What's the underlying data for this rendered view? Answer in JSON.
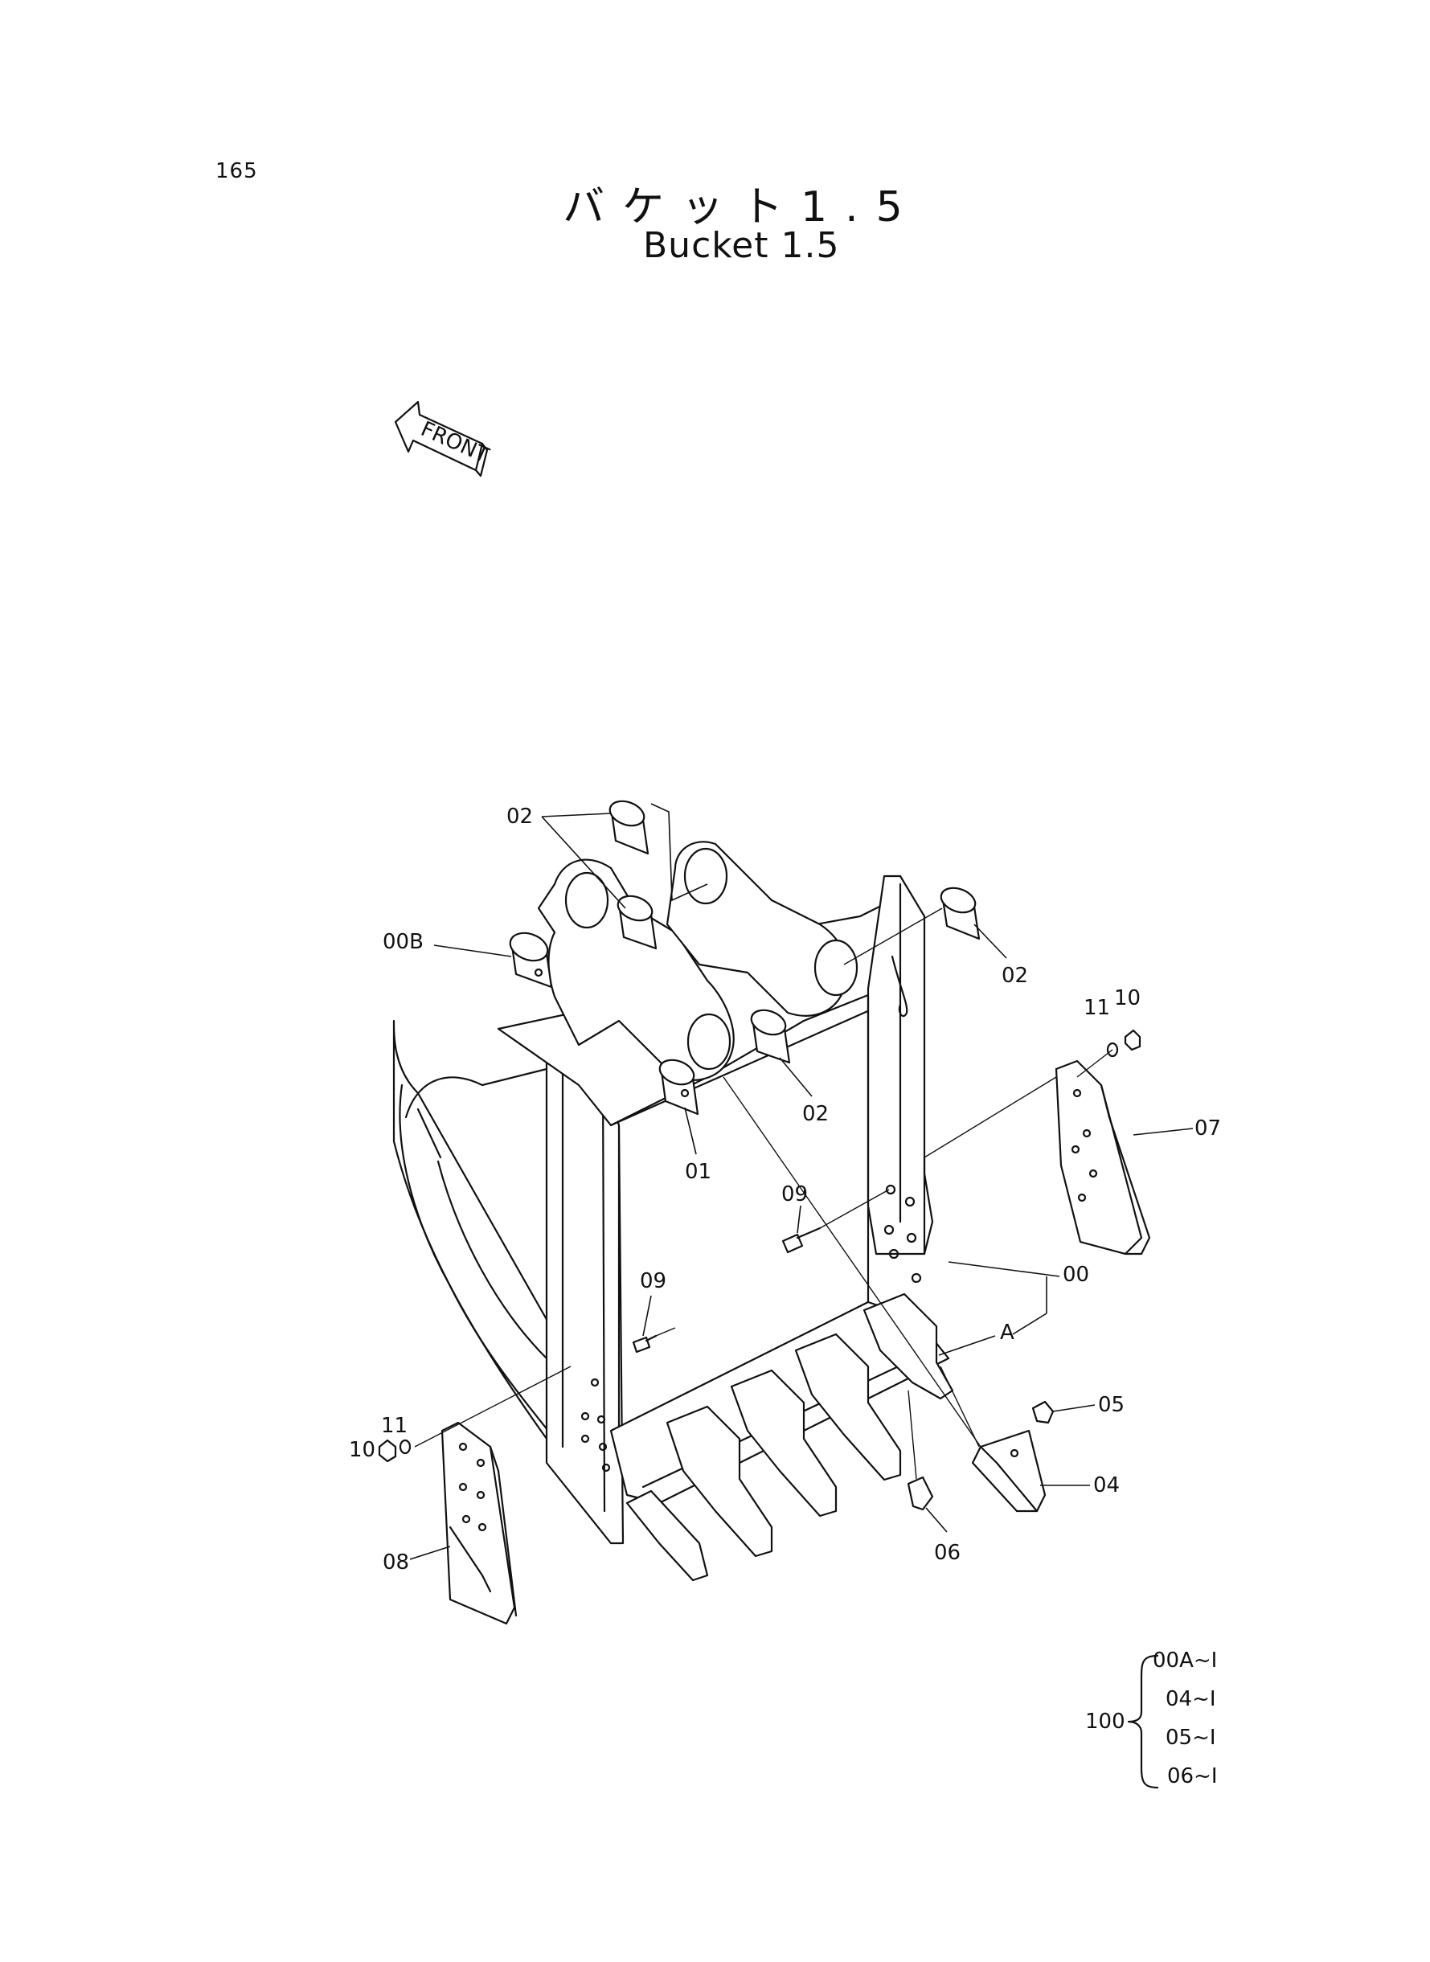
{
  "page": {
    "number": "165",
    "title_jp": "バケット1.5",
    "title_en": "Bucket 1.5"
  },
  "front_arrow": {
    "label": "FRONT"
  },
  "callouts": {
    "c02_top": "02",
    "c00B": "00B",
    "c02_right": "02",
    "c02_mid": "02",
    "c01": "01",
    "c11_right": "11",
    "c10_right": "10",
    "c07": "07",
    "c09_upper": "09",
    "c09_lower": "09",
    "c00": "00",
    "cA": "A",
    "c05": "05",
    "c04": "04",
    "c06": "06",
    "c10_left": "10",
    "c11_left": "11",
    "c08": "08"
  },
  "assembly_note": {
    "label": "100",
    "items": [
      "00A~I",
      "04~I",
      "05~I",
      "06~I"
    ]
  }
}
